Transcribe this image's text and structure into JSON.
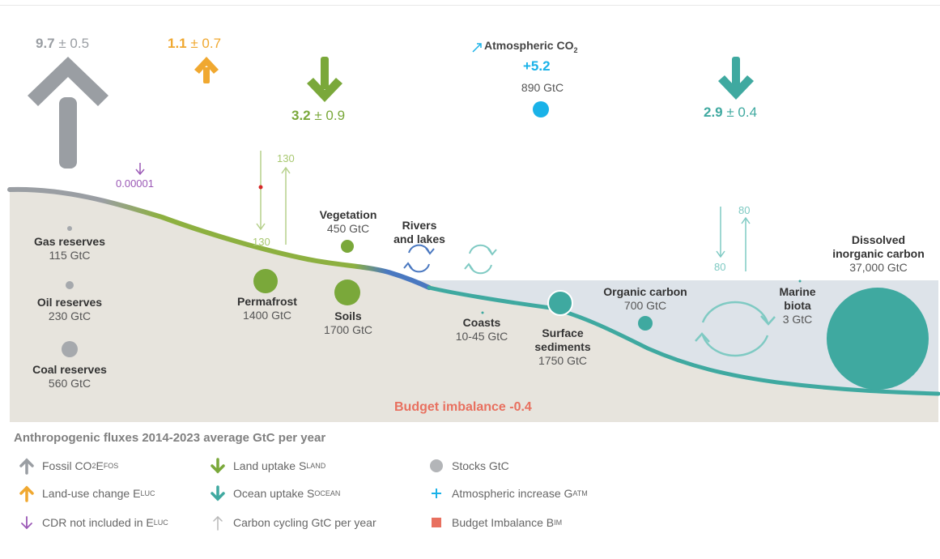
{
  "fluxes": {
    "fossil": {
      "value": "9.7",
      "unc": "± 0.5",
      "color": "#9a9ea3"
    },
    "land_use": {
      "value": "1.1",
      "unc": "± 0.7",
      "color": "#f0a830"
    },
    "land_uptake": {
      "value": "3.2",
      "unc": "± 0.9",
      "color": "#7aa83a"
    },
    "ocean_uptake": {
      "value": "2.9",
      "unc": "± 0.4",
      "color": "#3fa9a0"
    },
    "cdr": {
      "value": "0.00001",
      "color": "#9b59b6"
    }
  },
  "atmosphere": {
    "title": "Atmospheric CO",
    "title_sub": "2",
    "increase": "+5.2",
    "stock": "890 GtC",
    "color": "#1ab2e8"
  },
  "cycling": {
    "land_down": "130",
    "land_up": "130",
    "ocean_down": "80",
    "ocean_up": "80"
  },
  "stocks": {
    "gas": {
      "name": "Gas reserves",
      "value": "115 GtC"
    },
    "oil": {
      "name": "Oil reserves",
      "value": "230 GtC"
    },
    "coal": {
      "name": "Coal reserves",
      "value": "560 GtC"
    },
    "permafrost": {
      "name": "Permafrost",
      "value": "1400 GtC"
    },
    "vegetation": {
      "name": "Vegetation",
      "value": "450 GtC"
    },
    "soils": {
      "name": "Soils",
      "value": "1700 GtC"
    },
    "rivers": {
      "name": "Rivers",
      "name2": "and lakes"
    },
    "coasts": {
      "name": "Coasts",
      "value": "10-45 GtC"
    },
    "surface_sediments": {
      "name": "Surface",
      "name2": "sediments",
      "value": "1750 GtC"
    },
    "organic_carbon": {
      "name": "Organic carbon",
      "value": "700 GtC"
    },
    "marine_biota": {
      "name": "Marine",
      "name2": "biota",
      "value": "3 GtC"
    },
    "dic": {
      "name": "Dissolved",
      "name2": "inorganic carbon",
      "value": "37,000 GtC"
    }
  },
  "budget_imbalance": {
    "text": "Budget imbalance -0.4",
    "color": "#e8705f"
  },
  "legend": {
    "title": "Anthropogenic fluxes 2014-2023 average GtC per year",
    "fossil": {
      "text": "Fossil CO",
      "sub1": "2",
      "text2": " E",
      "sub2": "FOS"
    },
    "land_use": {
      "text": "Land-use change E",
      "sub": "LUC"
    },
    "cdr": {
      "text": "CDR not included in E",
      "sub": "LUC"
    },
    "land_uptake": {
      "text": "Land uptake S",
      "sub": "LAND"
    },
    "ocean_uptake": {
      "text": "Ocean uptake S",
      "sub": "OCEAN"
    },
    "cycling": {
      "text": "Carbon cycling GtC per year"
    },
    "stocks": {
      "text": "Stocks GtC"
    },
    "atm_increase": {
      "text": "Atmospheric increase G",
      "sub": "ATM"
    },
    "budget": {
      "text": "Budget Imbalance B",
      "sub": "IM"
    }
  }
}
